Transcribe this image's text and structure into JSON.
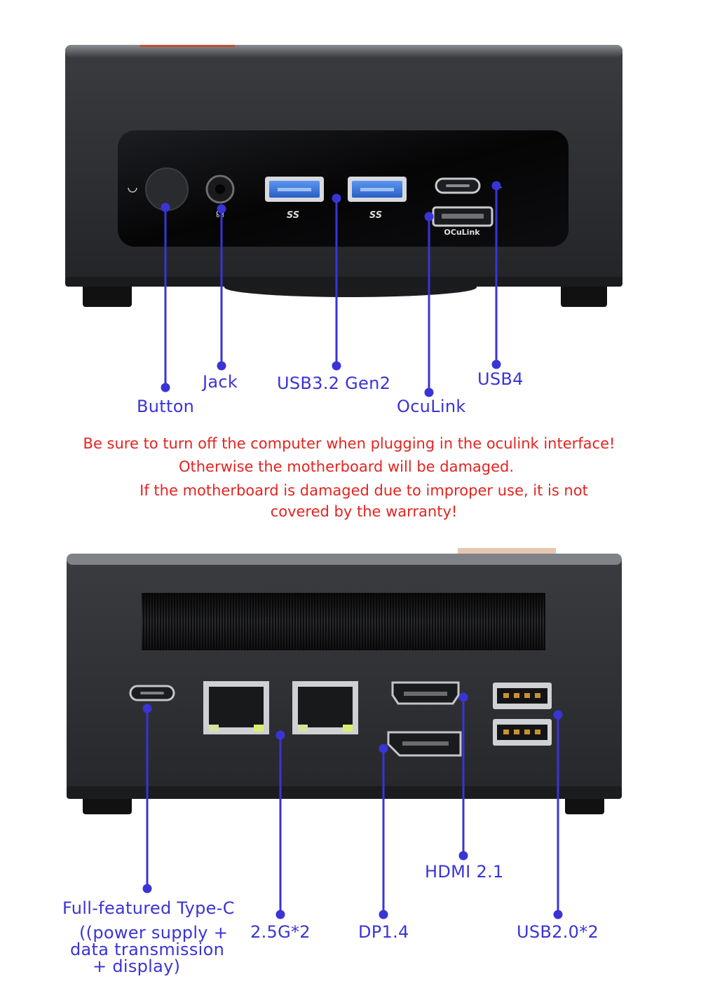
{
  "front": {
    "port_marks": {
      "usb_a_left": "SS",
      "usb_a_right": "SS",
      "oculink": "OCuLink"
    },
    "labels": {
      "button": "Button",
      "jack": "Jack",
      "usb32": "USB3.2 Gen2",
      "oculink": "OcuLink",
      "usb4": "USB4"
    }
  },
  "warning": {
    "line1": "Be sure to turn off the computer when plugging in the oculink interface!",
    "line2": "Otherwise the motherboard will be damaged.",
    "line3": "If the motherboard is damaged due to improper use, it is not",
    "line4": "covered by the warranty!"
  },
  "rear": {
    "labels": {
      "typec_title": "Full-featured Type-C",
      "typec_line1": "((power supply +",
      "typec_line2": "data transmission",
      "typec_line3": "+ display)",
      "lan": "2.5G*2",
      "dp": "DP1.4",
      "hdmi": "HDMI 2.1",
      "usb20": "USB2.0*2"
    }
  },
  "colors": {
    "label": "#3a34d6",
    "leader_line": "#3a34d6",
    "warning": "#e3241f",
    "chassis": "#2b2d30",
    "bezel": "#0b0b0d",
    "usb3_blue": "#2e6fd8"
  }
}
